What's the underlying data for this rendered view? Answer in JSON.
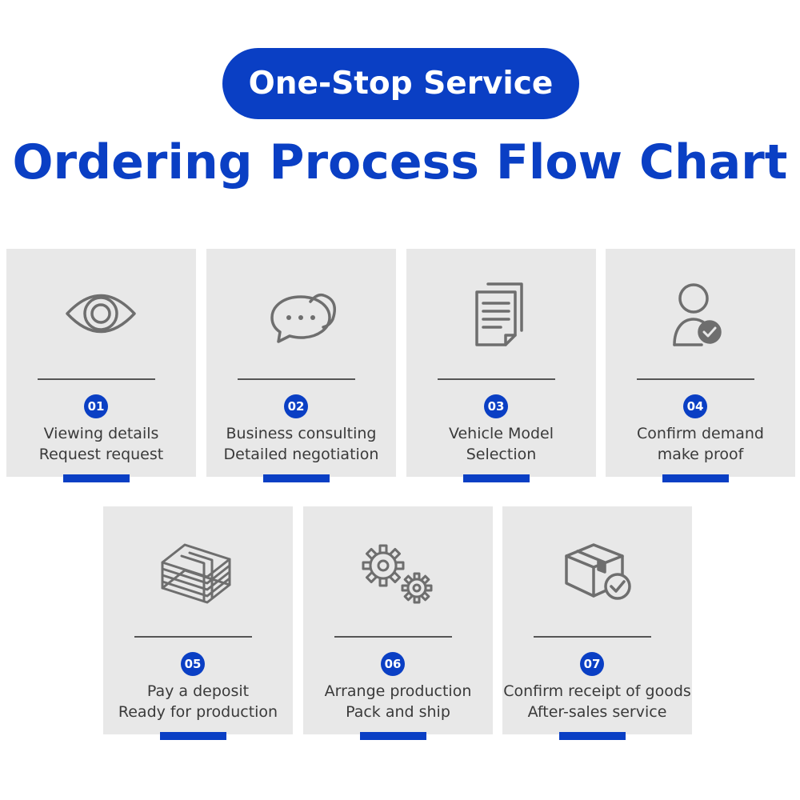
{
  "header": {
    "badge": "One-Stop Service",
    "title": "Ordering Process Flow Chart"
  },
  "colors": {
    "accent": "#0a3fc4",
    "card": "#e8e8e8",
    "text": "#3a3a3a",
    "icon": "#6e6e6e"
  },
  "steps": [
    {
      "num": "01",
      "line1": "Viewing details",
      "line2": "Request request",
      "icon": "eye-icon"
    },
    {
      "num": "02",
      "line1": "Business consulting",
      "line2": "Detailed negotiation",
      "icon": "chat-bubbles-icon"
    },
    {
      "num": "03",
      "line1": "Vehicle Model",
      "line2": "Selection",
      "icon": "documents-icon"
    },
    {
      "num": "04",
      "line1": "Confirm demand",
      "line2": "make proof",
      "icon": "user-check-icon"
    },
    {
      "num": "05",
      "line1": "Pay a deposit",
      "line2": "Ready for production",
      "icon": "money-stack-icon"
    },
    {
      "num": "06",
      "line1": "Arrange production",
      "line2": "Pack and ship",
      "icon": "gears-icon"
    },
    {
      "num": "07",
      "line1": "Confirm receipt of goods",
      "line2": "After-sales service",
      "icon": "package-check-icon"
    }
  ]
}
